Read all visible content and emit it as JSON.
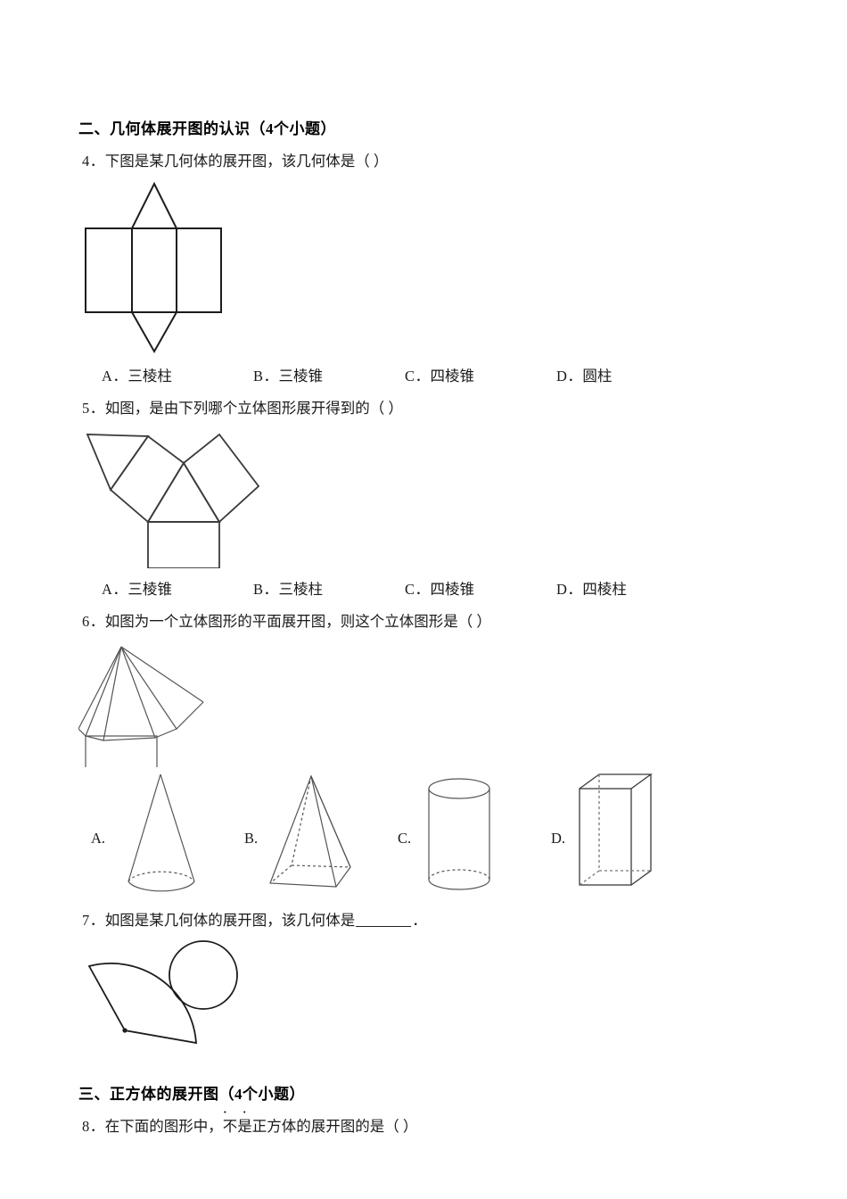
{
  "document": {
    "sections": [
      {
        "id": "section-2",
        "heading": "二、几何体展开图的认识（4个小题）",
        "questions": [
          {
            "id": "q4",
            "number": "4．",
            "text": "下图是某几何体的展开图，该几何体是（    ）",
            "figure": "triangular-prism-net",
            "options": [
              {
                "letter": "A．",
                "label": "三棱柱"
              },
              {
                "letter": "B．",
                "label": "三棱锥"
              },
              {
                "letter": "C．",
                "label": "四棱锥"
              },
              {
                "letter": "D．",
                "label": "圆柱"
              }
            ]
          },
          {
            "id": "q5",
            "number": "5．",
            "text": "如图，是由下列哪个立体图形展开得到的（ ）",
            "figure": "prism-net-squares-triangle",
            "options": [
              {
                "letter": "A．",
                "label": "三棱锥"
              },
              {
                "letter": "B．",
                "label": "三棱柱"
              },
              {
                "letter": "C．",
                "label": "四棱锥"
              },
              {
                "letter": "D．",
                "label": "四棱柱"
              }
            ]
          },
          {
            "id": "q6",
            "number": "6．",
            "text": "如图为一个立体图形的平面展开图，则这个立体图形是（    ）",
            "figure": "pyramid-fan-net",
            "options": [
              {
                "letter": "A.",
                "label": "",
                "figure": "cone"
              },
              {
                "letter": "B.",
                "label": "",
                "figure": "square-pyramid"
              },
              {
                "letter": "C.",
                "label": "",
                "figure": "cylinder"
              },
              {
                "letter": "D.",
                "label": "",
                "figure": "cuboid"
              }
            ]
          },
          {
            "id": "q7",
            "number": "7．",
            "text_before": "如图是某几何体的展开图，该几何体是",
            "text_after": "．",
            "blank": "______",
            "figure": "sector-and-circle-net"
          }
        ]
      },
      {
        "id": "section-3",
        "heading": "三、正方体的展开图（4个小题）",
        "questions": [
          {
            "id": "q8",
            "number": "8．",
            "text_before": "在下面的图形中，",
            "emphasis": "不是",
            "text_after": "正方体的展开图的是（    ）"
          }
        ]
      }
    ]
  },
  "style": {
    "ink": "#1a1a1a",
    "stroke": "#2b2b2b",
    "page_background": "#ffffff"
  }
}
